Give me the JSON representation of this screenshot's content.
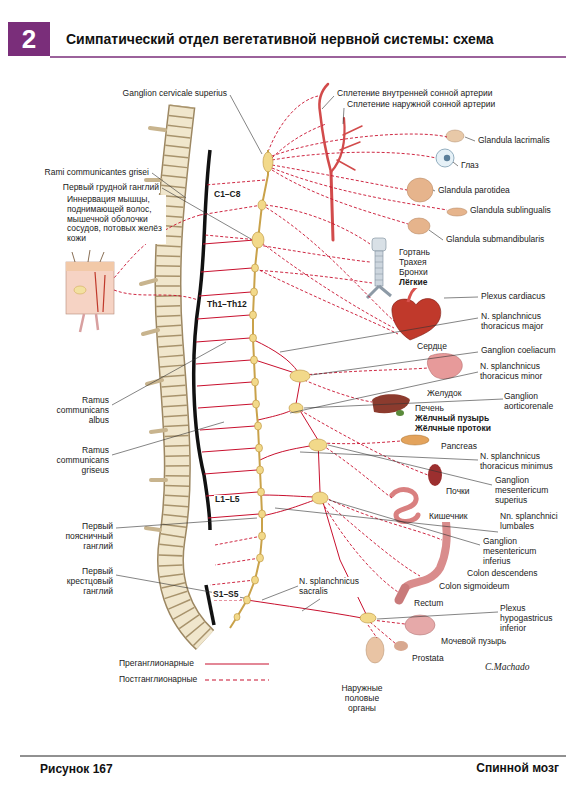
{
  "diagram": {
    "title": "Симпатический отдел вегетативной нервной системы: схема",
    "caption": "Рисунок 167",
    "nodes": [
      {
        "text": [
          "2"
        ]
      }
    ],
    "labels": [
      "Ganglion cervicale superius",
      "Сплетение внутренней сонной артерии",
      "Сплетение наружной сонной артерии",
      "Glandula lacrimalis",
      "Глаз",
      "Glandula parotidea",
      "Glandula sublingualis",
      "Glandula submandibularis",
      "Rami communicantes grisei",
      "Первый грудной ганглий",
      "Иннервация мышцы, поднимающей волос, мышечной оболочки сосудов, потовых желёз кожи",
      "C1–C8",
      "Th1–Th12",
      "L1–L5",
      "S1–S5",
      "Гортань",
      "Трахея",
      "Бронхи",
      "Лёгкие",
      "Plexus cardiacus",
      "N. splanchnicus thoracicus major",
      "Сердце",
      "Ganglion coeliacum",
      "N. splanchnicus thoracicus minor",
      "Желудок",
      "Ganglion aorticorenale",
      "Печень",
      "Жёлчный пузырь",
      "Жёлчные протоки",
      "Ramus communicans albus",
      "Ramus communicans griseus",
      "Pancreas",
      "N. splanchnicus thoracicus minimus",
      "Почки",
      "Ganglion mesentericum superius",
      "Кишечник",
      "Nn. splanchnici lumbales",
      "Первый поясничный ганглий",
      "Ganglion mesentericum inferius",
      "Colon descendens",
      "Colon sigmoideum",
      "Первый крестцовый ганглий",
      "N. splanchnicus sacralis",
      "Rectum",
      "Plexus hypogastricus inferior",
      "Мочевой пузырь",
      "Prostata",
      "Наружные половые органы",
      "C.Machado",
      "Спинной мозг"
    ],
    "legend": [
      {
        "text": "Преганглионарные"
      },
      {
        "text": "Постганглионарные"
      }
    ]
  }
}
